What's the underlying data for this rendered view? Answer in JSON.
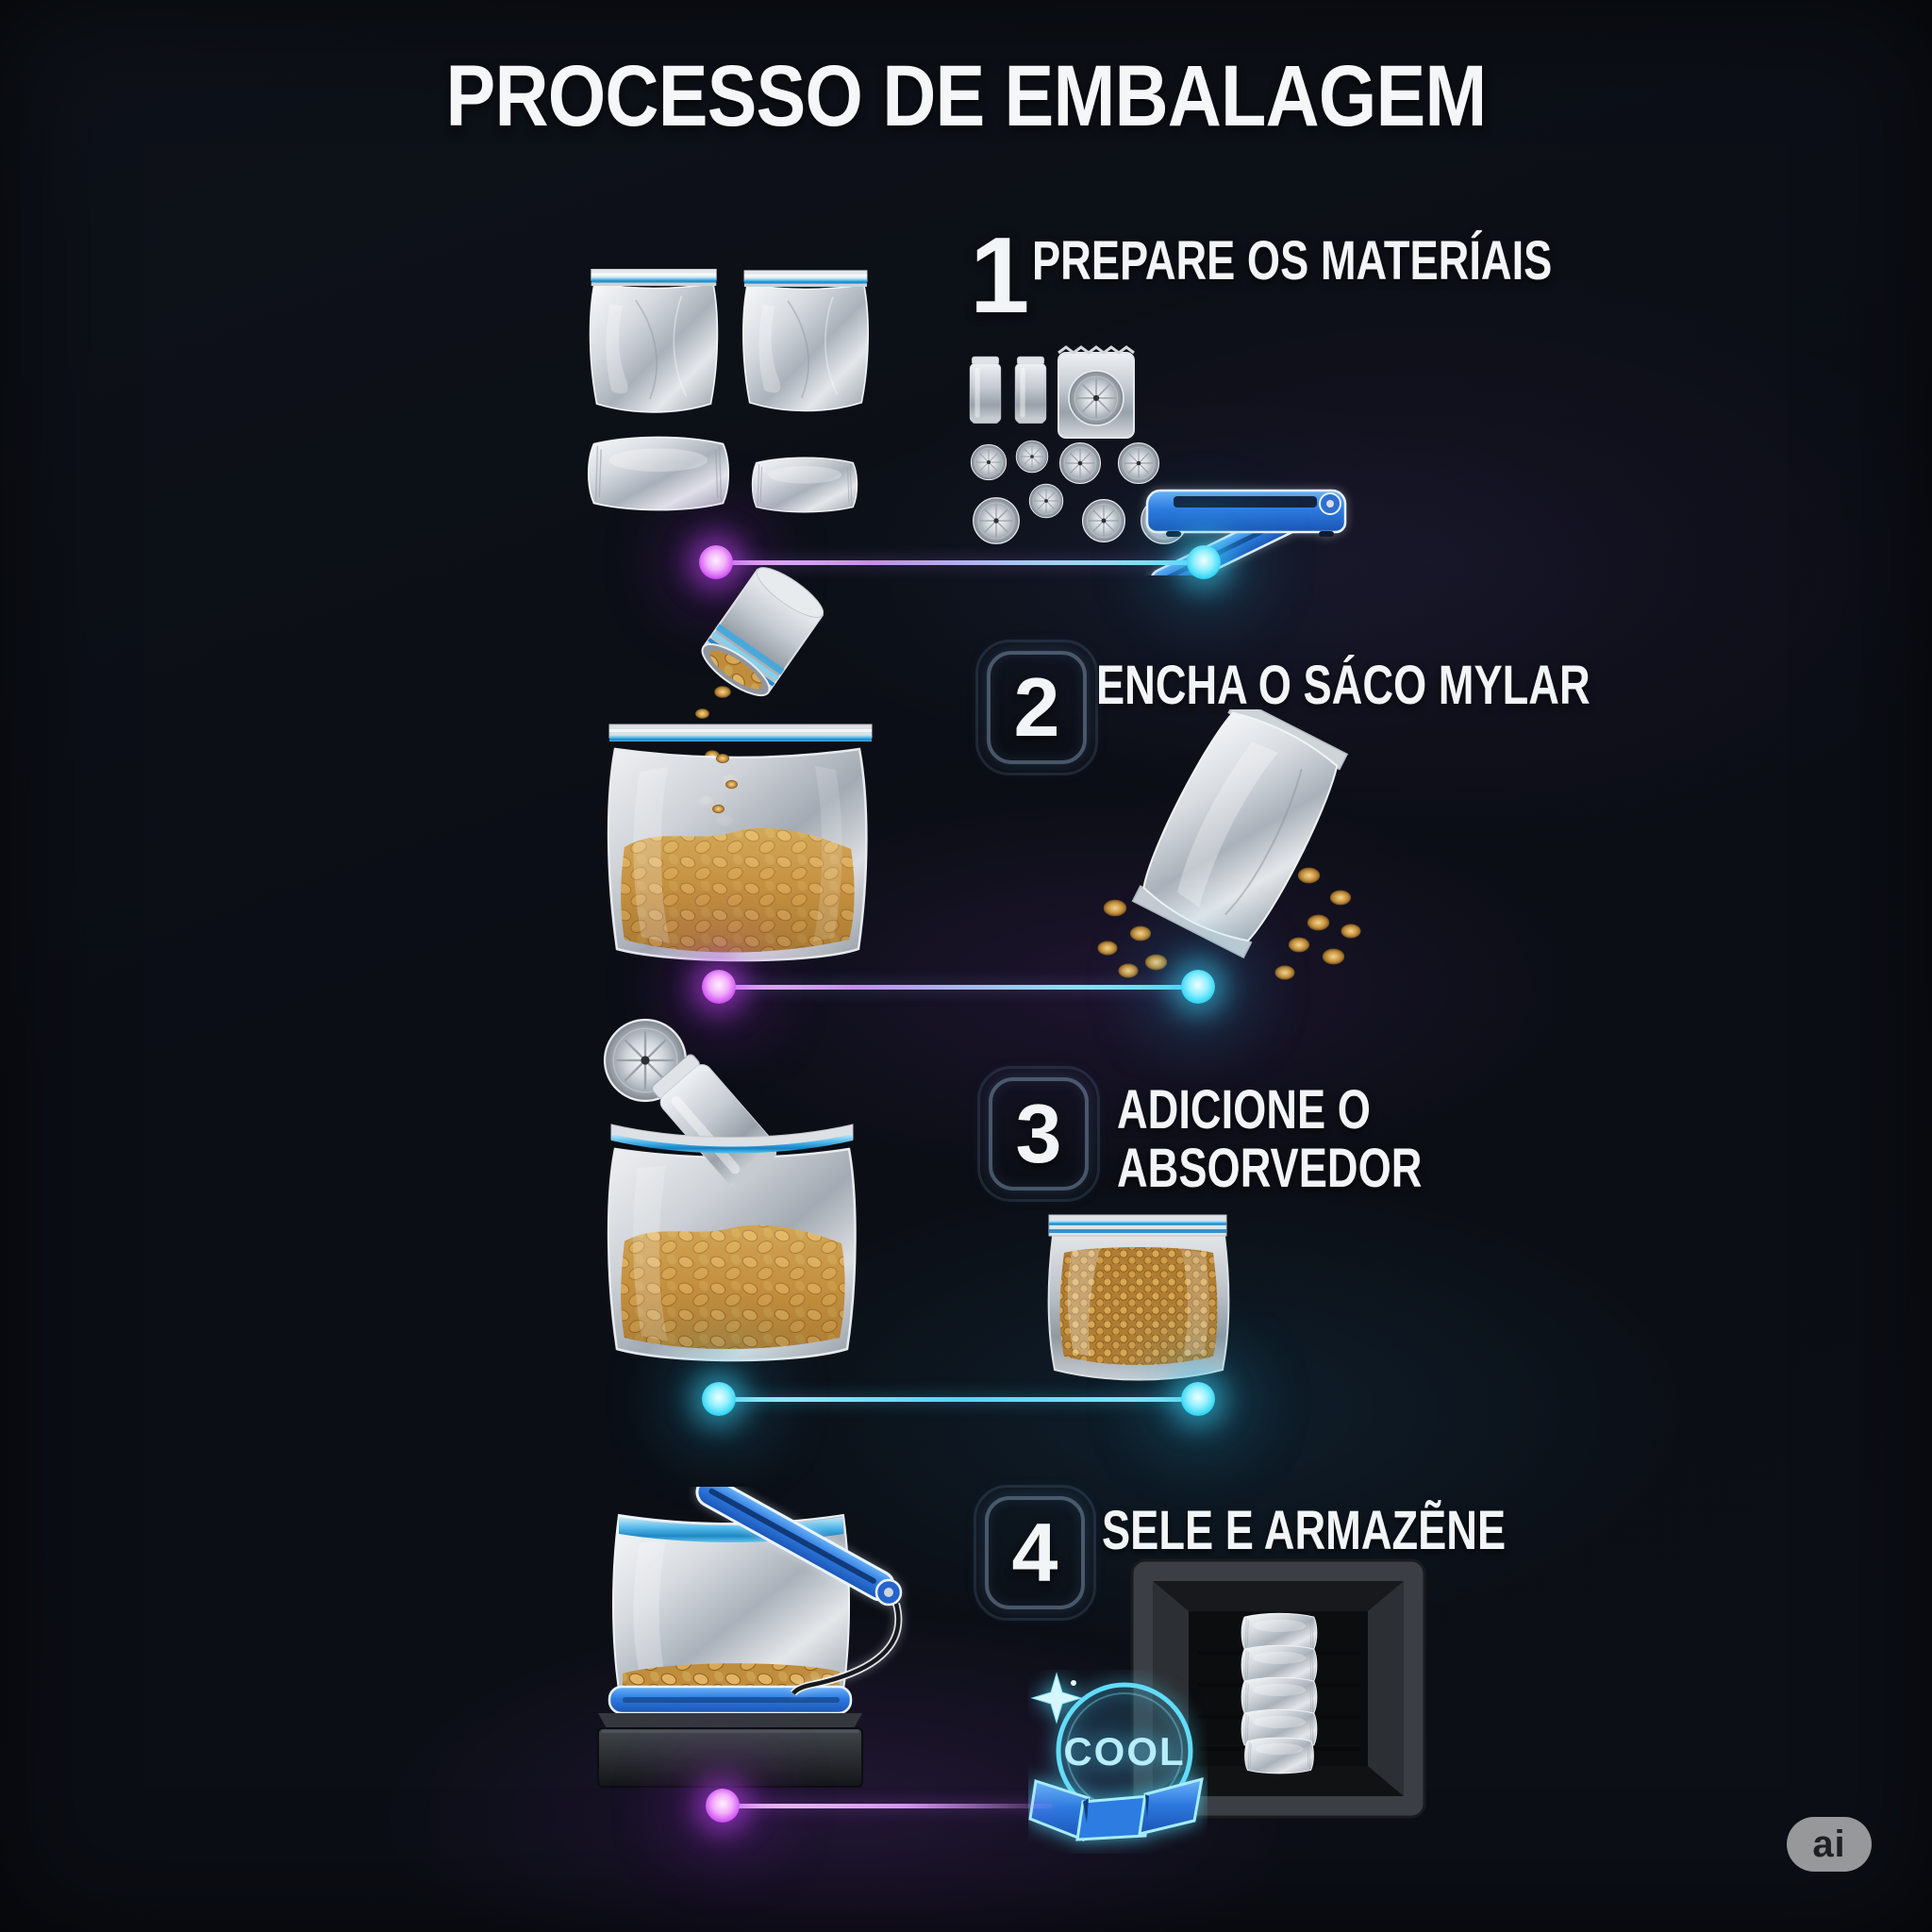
{
  "title": "PROCESSO DE EMBALAGEM",
  "steps": [
    {
      "number": "1",
      "label": "PREPARE OS MATERÍAIS"
    },
    {
      "number": "2",
      "label": "ENCHA O SÁCO MYLAR"
    },
    {
      "number": "3",
      "label": "ADICIONE O",
      "label2": "ABSORVEDOR"
    },
    {
      "number": "4",
      "label": "SELE E ARMAZẼNE"
    }
  ],
  "badges": {
    "cool": "COOL",
    "ai": "ai"
  },
  "colors": {
    "background": "#0c0f16",
    "accent_purple": "#ce4ef2",
    "accent_cyan": "#2cd4f5",
    "sealer_blue": "#2e7ae0",
    "zip_blue": "#1583c4",
    "grain_gold": "#c99343",
    "text": "#f2f5f7"
  }
}
